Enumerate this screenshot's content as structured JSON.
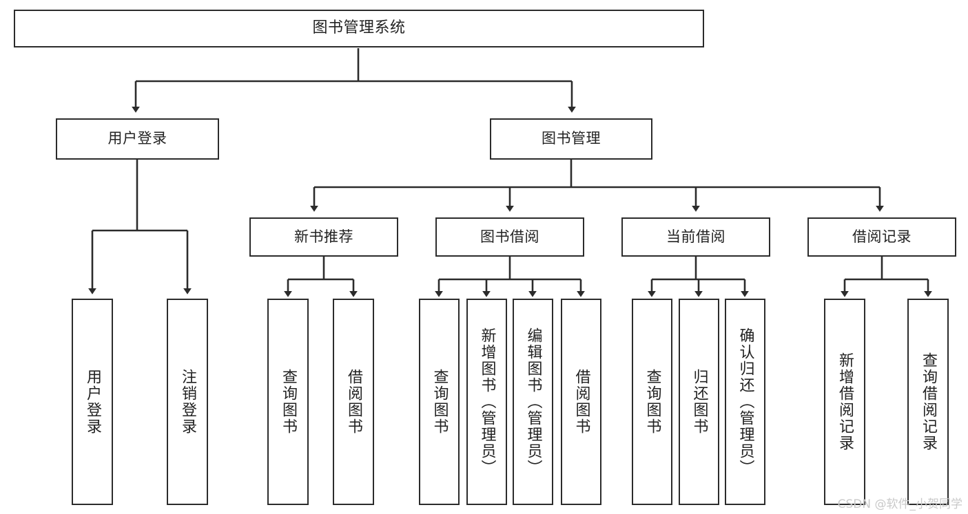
{
  "diagram": {
    "title": "图书管理系统",
    "type": "tree-hierarchy",
    "orientation": "top-down",
    "colors": {
      "box_border": "#2b2b2b",
      "box_fill": "#ffffff",
      "connector": "#2b2b2b",
      "text": "#222222",
      "watermark": "#c9c9c9",
      "background": "#ffffff"
    },
    "root": {
      "label": "图书管理系统"
    },
    "level2": [
      {
        "label": "用户登录"
      },
      {
        "label": "图书管理"
      }
    ],
    "level3": [
      {
        "label": "新书推荐"
      },
      {
        "label": "图书借阅"
      },
      {
        "label": "当前借阅"
      },
      {
        "label": "借阅记录"
      }
    ],
    "leaves": {
      "user_login": [
        {
          "label": "用户登录"
        },
        {
          "label": "注销登录"
        }
      ],
      "new_book_recommend": [
        {
          "label": "查询图书"
        },
        {
          "label": "借阅图书"
        }
      ],
      "book_borrow": [
        {
          "label": "查询图书"
        },
        {
          "label": "新增图书（管理员）"
        },
        {
          "label": "编辑图书（管理员）"
        },
        {
          "label": "借阅图书"
        }
      ],
      "current_borrow": [
        {
          "label": "查询图书"
        },
        {
          "label": "归还图书"
        },
        {
          "label": "确认归还（管理员）"
        }
      ],
      "borrow_record": [
        {
          "label": "新增借阅记录"
        },
        {
          "label": "查询借阅记录"
        }
      ]
    }
  },
  "watermark": {
    "text": "CSDN @软件_小贺同学"
  }
}
